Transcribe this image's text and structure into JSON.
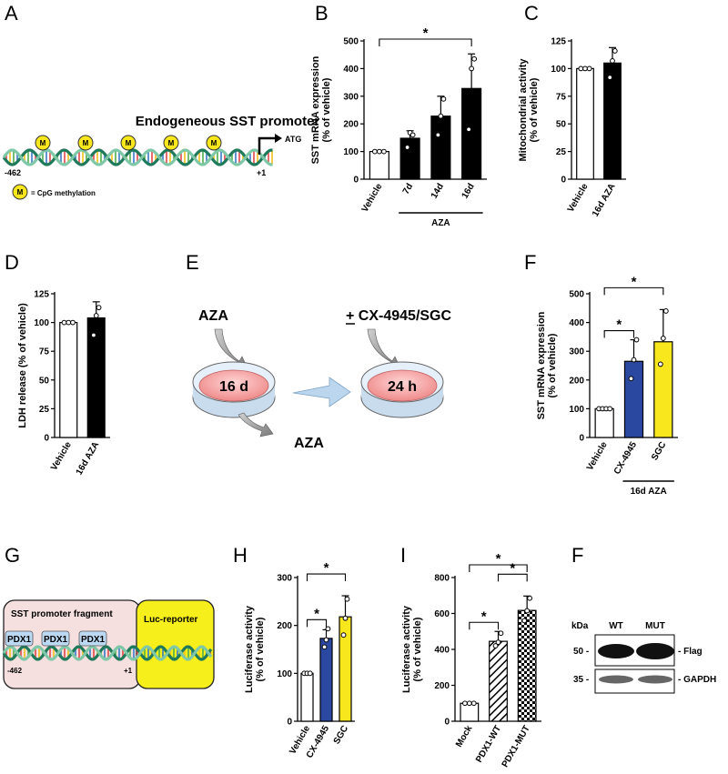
{
  "panels": {
    "A": {
      "label": "A",
      "title": "Endogeneous SST promoter",
      "methyl_symbol": "M",
      "legend": "= CpG methylation",
      "start": "-462",
      "end": "+1",
      "tss": "ATG",
      "marker_count": 5
    },
    "E": {
      "label": "E",
      "aza_in": "AZA",
      "treatment": "+ CX-4945/SGC",
      "dish1": "16 d",
      "dish2": "24 h",
      "aza_out": "AZA",
      "colors": {
        "dish_fill": "#f4a0a0",
        "arrow": "#bcd6ee"
      }
    },
    "G": {
      "label": "G",
      "fragment": "SST promoter fragment",
      "reporter": "Luc-reporter",
      "boxes": [
        "PDX1",
        "PDX1",
        "PDX1"
      ],
      "start": "-462",
      "end": "+1",
      "colors": {
        "fragment_bg": "#f6e0df",
        "reporter_bg": "#f7ef1b",
        "box": "#bcd9f3"
      }
    },
    "W": {
      "label": "F",
      "kda": "kDa",
      "lanes": [
        "WT",
        "MUT"
      ],
      "rows": [
        {
          "mw": "50 -",
          "name": "- Flag"
        },
        {
          "mw": "35 -",
          "name": "- GAPDH"
        }
      ]
    }
  },
  "chart_data": [
    {
      "panel": "B",
      "type": "bar",
      "ylabel": [
        "SST mRNA expression",
        "(% of vehicle)"
      ],
      "ylim": [
        0,
        500
      ],
      "yticks": [
        0,
        100,
        200,
        300,
        400,
        500
      ],
      "categories": [
        "Vehicle",
        "7d",
        "14d",
        "16d"
      ],
      "values": [
        100,
        148,
        228,
        328
      ],
      "errors": [
        0,
        27,
        72,
        125
      ],
      "points": [
        [
          100,
          100,
          100
        ],
        [
          115,
          168,
          160
        ],
        [
          160,
          228,
          290
        ],
        [
          180,
          400,
          435
        ]
      ],
      "fills": [
        "#ffffff",
        "#000000",
        "#000000",
        "#000000"
      ],
      "group": {
        "label": "AZA",
        "from": 1,
        "to": 3
      },
      "sig": [
        {
          "from": 0,
          "to": 3,
          "label": "*"
        }
      ]
    },
    {
      "panel": "C",
      "type": "bar",
      "ylabel": [
        "Mitochondrial activity",
        "(% of vehicle)"
      ],
      "ylim": [
        0,
        125
      ],
      "yticks": [
        0,
        25,
        50,
        75,
        100,
        125
      ],
      "categories": [
        "Vehicle",
        "16d AZA"
      ],
      "values": [
        100,
        105
      ],
      "errors": [
        0,
        14
      ],
      "points": [
        [
          100,
          100,
          100
        ],
        [
          92,
          107,
          116
        ]
      ],
      "fills": [
        "#ffffff",
        "#000000"
      ],
      "sig": []
    },
    {
      "panel": "D",
      "type": "bar",
      "ylabel": [
        "LDH release (% of vehicle)"
      ],
      "ylim": [
        0,
        125
      ],
      "yticks": [
        0,
        25,
        50,
        75,
        100,
        125
      ],
      "categories": [
        "Vehicle",
        "16d AZA"
      ],
      "values": [
        100,
        104
      ],
      "errors": [
        0,
        14
      ],
      "points": [
        [
          100,
          100,
          100
        ],
        [
          89,
          106,
          113
        ]
      ],
      "fills": [
        "#ffffff",
        "#000000"
      ],
      "sig": []
    },
    {
      "panel": "F",
      "type": "bar",
      "ylabel": [
        "SST mRNA expression",
        "(% of vehicle)"
      ],
      "ylim": [
        0,
        500
      ],
      "yticks": [
        0,
        100,
        200,
        300,
        400,
        500
      ],
      "categories": [
        "Vehicle",
        "CX-4945",
        "SGC"
      ],
      "values": [
        100,
        265,
        333
      ],
      "errors": [
        0,
        75,
        112
      ],
      "points": [
        [
          100,
          100,
          100,
          100
        ],
        [
          205,
          270,
          340
        ],
        [
          255,
          345,
          440
        ]
      ],
      "fills": [
        "#ffffff",
        "#2b48a0",
        "#f8e71c"
      ],
      "group": {
        "label": "16d AZA",
        "from": 1,
        "to": 2
      },
      "sig": [
        {
          "from": 0,
          "to": 1,
          "label": "*"
        },
        {
          "from": 0,
          "to": 2,
          "label": "*"
        }
      ]
    },
    {
      "panel": "H",
      "type": "bar",
      "ylabel": [
        "Luciferase activity",
        "(% of vehicle)"
      ],
      "ylim": [
        0,
        300
      ],
      "yticks": [
        0,
        100,
        200,
        300
      ],
      "categories": [
        "Vehicle",
        "CX-4945",
        "SGC"
      ],
      "values": [
        100,
        173,
        218
      ],
      "errors": [
        0,
        18,
        44
      ],
      "points": [
        [
          100,
          100,
          100
        ],
        [
          155,
          170,
          193
        ],
        [
          180,
          215,
          255
        ]
      ],
      "fills": [
        "#ffffff",
        "#2b48a0",
        "#f8e71c"
      ],
      "sig": [
        {
          "from": 0,
          "to": 1,
          "label": "*"
        },
        {
          "from": 0,
          "to": 2,
          "label": "*"
        }
      ]
    },
    {
      "panel": "I",
      "type": "bar",
      "ylabel": [
        "Luciferase activity",
        "(% of vehicle)"
      ],
      "ylim": [
        0,
        800
      ],
      "yticks": [
        0,
        200,
        400,
        600,
        800
      ],
      "categories": [
        "Mock",
        "PDX1-WT",
        "PDX1-MUT"
      ],
      "values": [
        100,
        445,
        617
      ],
      "errors": [
        0,
        55,
        80
      ],
      "points": [
        [
          100,
          100,
          100
        ],
        [
          420,
          440,
          490
        ],
        [
          560,
          615,
          685
        ]
      ],
      "fills": [
        "#ffffff",
        "pattern-stripes",
        "pattern-checks"
      ],
      "sig": [
        {
          "from": 0,
          "to": 1,
          "label": "*"
        },
        {
          "from": 1,
          "to": 2,
          "label": "*"
        },
        {
          "from": 0,
          "to": 2,
          "label": "*"
        }
      ]
    }
  ]
}
